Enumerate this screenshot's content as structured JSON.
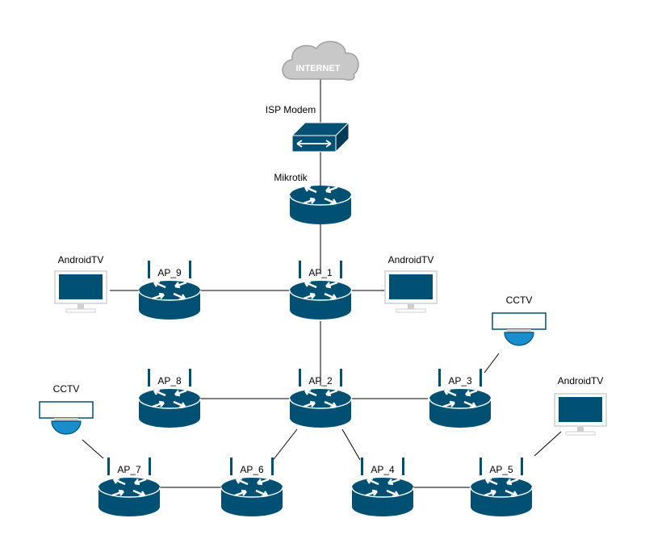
{
  "colors": {
    "device_blue": "#005073",
    "device_white": "#ffffff",
    "cloud_fill": "#c8c8c8",
    "cloud_stroke": "#a0a0a0",
    "line": "#000000",
    "tv_frame": "#cfcfcf"
  },
  "cloud": {
    "label": "INTERNET",
    "icon": "cloud-icon"
  },
  "modem": {
    "label": "ISP Modem",
    "icon": "modem-switch-icon"
  },
  "mikrotik": {
    "label": "Mikrotik",
    "icon": "router-icon"
  },
  "access_points": {
    "ap1": {
      "label": "AP_1",
      "icon": "wireless-router-icon"
    },
    "ap2": {
      "label": "AP_2",
      "icon": "wireless-router-icon"
    },
    "ap3": {
      "label": "AP_3",
      "icon": "wireless-router-icon"
    },
    "ap4": {
      "label": "AP_4",
      "icon": "wireless-router-icon"
    },
    "ap5": {
      "label": "AP_5",
      "icon": "wireless-router-icon"
    },
    "ap6": {
      "label": "AP_6",
      "icon": "wireless-router-icon"
    },
    "ap7": {
      "label": "AP_7",
      "icon": "wireless-router-icon"
    },
    "ap8": {
      "label": "AP_8",
      "icon": "wireless-router-icon"
    },
    "ap9": {
      "label": "AP_9",
      "icon": "wireless-router-icon"
    }
  },
  "endpoints": {
    "tv_left": {
      "label": "AndroidTV",
      "icon": "monitor-icon"
    },
    "tv_right": {
      "label": "AndroidTV",
      "icon": "monitor-icon"
    },
    "tv_far_right": {
      "label": "AndroidTV",
      "icon": "monitor-icon"
    },
    "cctv_right": {
      "label": "CCTV",
      "icon": "dome-camera-icon"
    },
    "cctv_left": {
      "label": "CCTV",
      "icon": "dome-camera-icon"
    }
  },
  "connections": [
    [
      "cloud",
      "modem"
    ],
    [
      "modem",
      "mikrotik"
    ],
    [
      "mikrotik",
      "ap1"
    ],
    [
      "ap1",
      "ap9"
    ],
    [
      "ap1",
      "tv_right"
    ],
    [
      "ap9",
      "tv_left"
    ],
    [
      "ap1",
      "ap2"
    ],
    [
      "ap2",
      "ap8"
    ],
    [
      "ap2",
      "ap3"
    ],
    [
      "ap3",
      "cctv_right"
    ],
    [
      "ap2",
      "ap6"
    ],
    [
      "ap2",
      "ap4"
    ],
    [
      "ap6",
      "ap7"
    ],
    [
      "ap7",
      "cctv_left"
    ],
    [
      "ap4",
      "ap5"
    ],
    [
      "ap5",
      "tv_far_right"
    ]
  ]
}
